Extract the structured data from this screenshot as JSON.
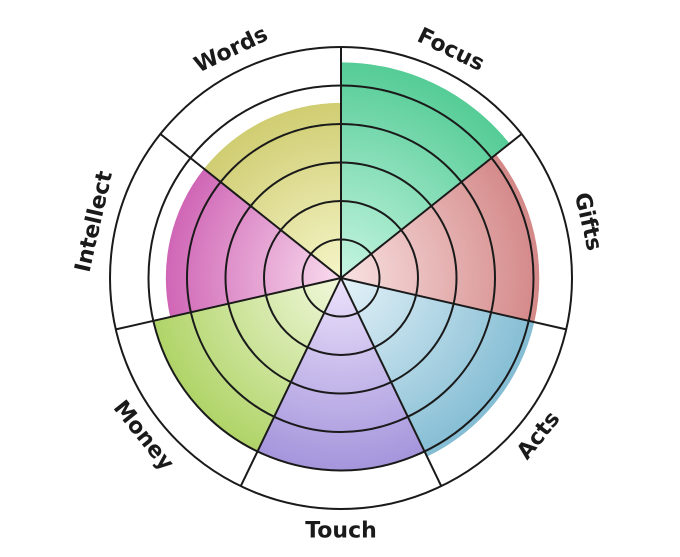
{
  "chart_data": {
    "type": "polar-area",
    "max_level": 6,
    "ring_levels": [
      1,
      2,
      3,
      4,
      5
    ],
    "segments": [
      {
        "label": "Focus",
        "value": 5.6,
        "color_inner": "#c6f5e2",
        "color_outer": "#55cc96"
      },
      {
        "label": "Gifts",
        "value": 5.15,
        "color_inner": "#f9e2e2",
        "color_outer": "#d48888"
      },
      {
        "label": "Acts",
        "value": 5.15,
        "color_inner": "#e4f2f8",
        "color_outer": "#84bdd4"
      },
      {
        "label": "Touch",
        "value": 5.0,
        "color_inner": "#ece2fb",
        "color_outer": "#a595dc"
      },
      {
        "label": "Money",
        "value": 5.0,
        "color_inner": "#f1f8dc",
        "color_outer": "#b0d468"
      },
      {
        "label": "Intellect",
        "value": 4.55,
        "color_inner": "#f9dcee",
        "color_outer": "#d066b6"
      },
      {
        "label": "Words",
        "value": 4.55,
        "color_inner": "#f5f5c8",
        "color_outer": "#d0cd72"
      }
    ]
  }
}
